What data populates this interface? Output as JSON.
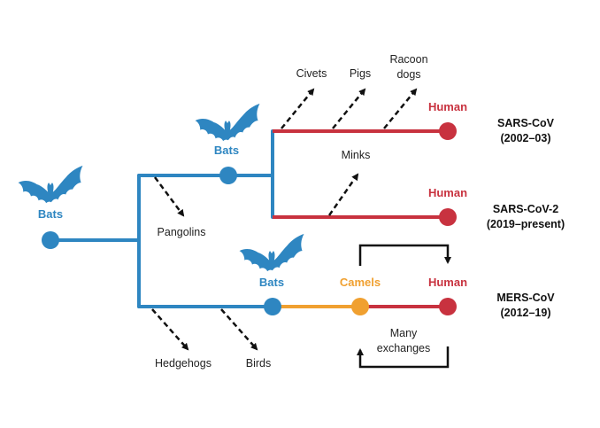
{
  "colors": {
    "bat_blue": "#2e86c1",
    "human_red": "#c8323f",
    "camel_orange": "#f0a030",
    "arrow_black": "#111111"
  },
  "hosts": {
    "bats_root": "Bats",
    "bats_sars": "Bats",
    "bats_mers": "Bats",
    "camels": "Camels",
    "human_sars": "Human",
    "human_sars2": "Human",
    "human_mers": "Human"
  },
  "spillover": {
    "civets": "Civets",
    "pigs": "Pigs",
    "racoon_dogs_line1": "Racoon",
    "racoon_dogs_line2": "dogs",
    "minks": "Minks",
    "pangolins": "Pangolins",
    "hedgehogs": "Hedgehogs",
    "birds": "Birds"
  },
  "viruses": {
    "sars_name": "SARS-CoV",
    "sars_years": "(2002–03)",
    "sars2_name": "SARS-CoV-2",
    "sars2_years": "(2019–present)",
    "mers_name": "MERS-CoV",
    "mers_years": "(2012–19)"
  },
  "exchanges": {
    "line1": "Many",
    "line2": "exchanges"
  },
  "icons": [
    "bat-icon",
    "spillover-arrow-icon",
    "exchange-arrow-icon"
  ]
}
